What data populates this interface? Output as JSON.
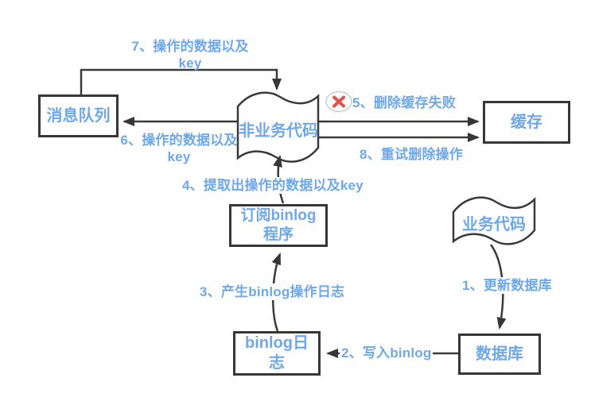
{
  "diagram": {
    "colors": {
      "accent_blue": "#6EA8EA",
      "line": "#3a3a3a",
      "error_red": "#E25449"
    },
    "nodes": {
      "message_queue": {
        "label": "消息队列"
      },
      "non_business_code": {
        "label": "非业务代码"
      },
      "cache": {
        "label": "缓存"
      },
      "subscribe_binlog": {
        "label": "订阅binlog\n程序"
      },
      "business_code": {
        "label": "业务代码"
      },
      "binlog_log": {
        "label": "binlog日\n志"
      },
      "database": {
        "label": "数据库"
      }
    },
    "steps": {
      "s1": "1、更新数据库",
      "s2": "2、写入binlog",
      "s3": "3、产生binlog操作日志",
      "s4": "4、提取出操作的数据以及key",
      "s5": "5、删除缓存失败",
      "s6": "6、操作的数据以及\nkey",
      "s7": "7、操作的数据以及\nkey",
      "s8": "8、重试删除操作"
    },
    "edges": [
      {
        "from": "business_code",
        "to": "database",
        "step": "s1"
      },
      {
        "from": "database",
        "to": "binlog_log",
        "step": "s2"
      },
      {
        "from": "binlog_log",
        "to": "subscribe_binlog",
        "step": "s3"
      },
      {
        "from": "subscribe_binlog",
        "to": "non_business_code",
        "step": "s4"
      },
      {
        "from": "non_business_code",
        "to": "cache",
        "step": "s5"
      },
      {
        "from": "non_business_code",
        "to": "message_queue",
        "step": "s6"
      },
      {
        "from": "message_queue",
        "to": "non_business_code",
        "step": "s7"
      },
      {
        "from": "non_business_code",
        "to": "cache",
        "step": "s8"
      }
    ],
    "icons": {
      "error": "delete-cache-failed"
    }
  }
}
